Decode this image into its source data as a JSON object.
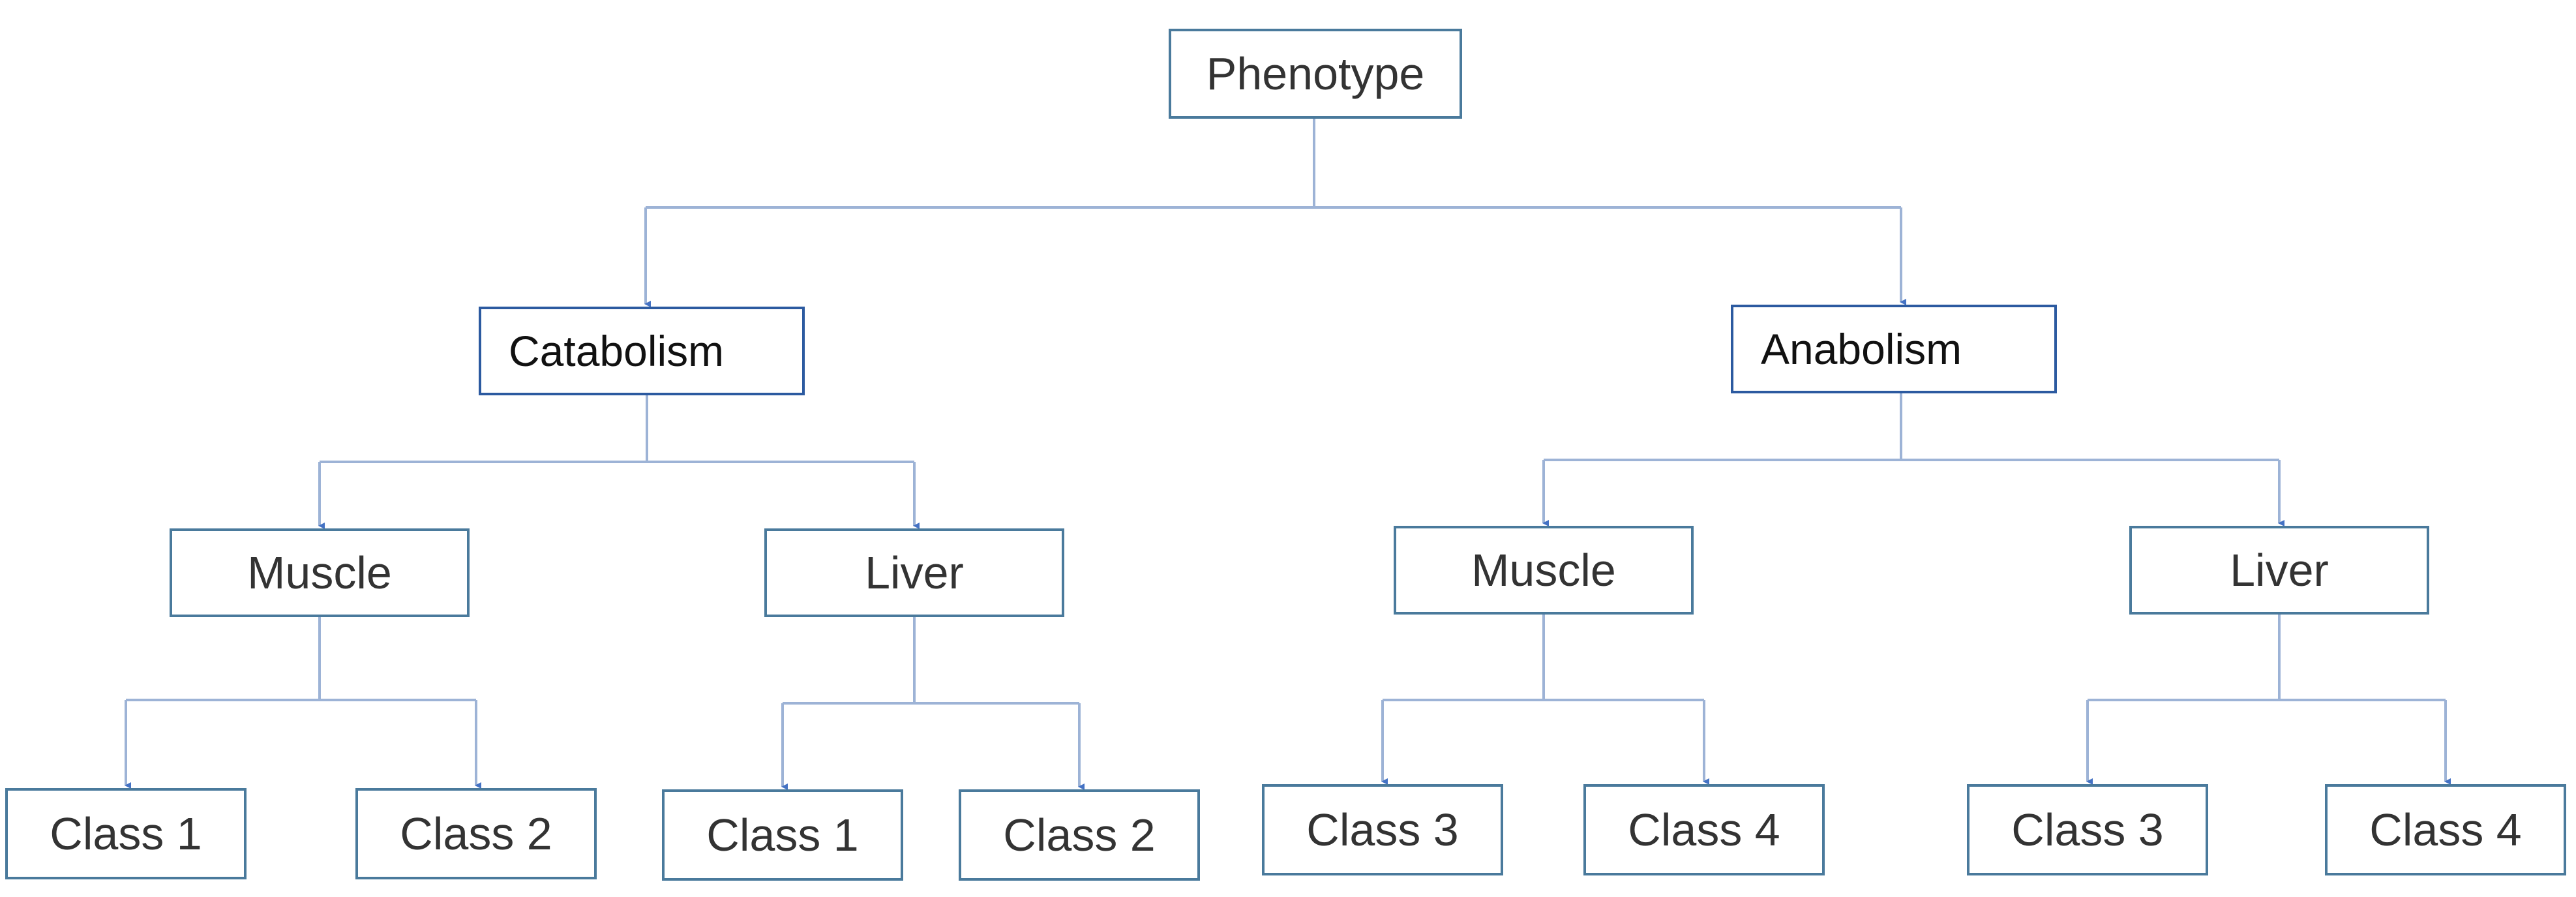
{
  "diagram": {
    "root": "Phenotype",
    "level1": [
      "Catabolism",
      "Anabolism"
    ],
    "level2": [
      "Muscle",
      "Liver",
      "Muscle",
      "Liver"
    ],
    "level3": [
      "Class 1",
      "Class 2",
      "Class 1",
      "Class 2",
      "Class 3",
      "Class 4",
      "Class 3",
      "Class 4"
    ]
  },
  "colors": {
    "box_border": "#4a7a9c",
    "connector": "#9db3d6",
    "arrow": "#4472c4",
    "text": "#333333"
  }
}
